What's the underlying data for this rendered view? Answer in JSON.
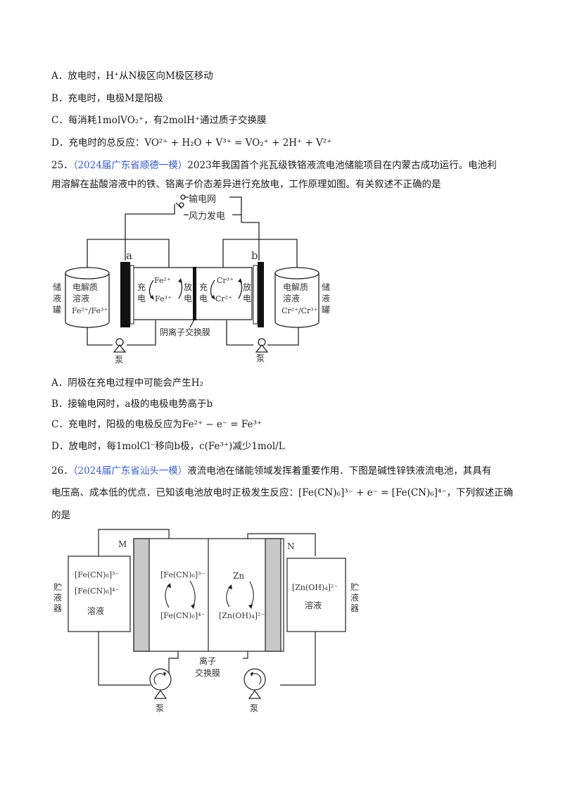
{
  "q24_options": {
    "A": {
      "label": "A．",
      "text": "放电时，H⁺从N极区向M极区移动"
    },
    "B": {
      "label": "B．",
      "text": "充电时，电极M是阳极"
    },
    "C": {
      "label": "C．",
      "text": "每消耗1molVO₂⁺，有2molH⁺通过质子交换膜"
    },
    "D": {
      "label": "D．",
      "text": "充电时的总反应：VO²⁺ + H₂O + V³⁺ = VO₂⁺ + 2H⁺ + V²⁺"
    }
  },
  "q25": {
    "number": "25．",
    "source": "（2024届广东省顺德一模）",
    "stem_line1": "2023年我国首个兆瓦级铁铬液流电池储能项目在内蒙古成功运行。电池利",
    "stem_line2": "用溶解在盐酸溶液中的铁、铬离子价态差异进行充放电，工作原理如图。有关叙述不正确的是",
    "diagram": {
      "grid_label": "输电网",
      "wind_label": "风力发电",
      "electrode_a": "a",
      "electrode_b": "b",
      "left_tank_side": "储液罐",
      "left_tank_l1": "电解质",
      "left_tank_l2": "溶液",
      "left_tank_l3": "Fe²⁺/Fe³⁺",
      "right_tank_side": "储液罐",
      "right_tank_l1": "电解质",
      "right_tank_l2": "溶液",
      "right_tank_l3": "Cr²⁺/Cr³⁺",
      "left_top_ion": "Fe²⁺",
      "left_bot_ion": "Fe³⁺",
      "right_top_ion": "Cr³⁺",
      "right_bot_ion": "Cr²⁺",
      "charge": "充电",
      "discharge": "放电",
      "membrane": "阴离子交换膜",
      "pump": "泵"
    },
    "options": {
      "A": {
        "label": "A．",
        "text": "阴极在充电过程中可能会产生H₂"
      },
      "B": {
        "label": "B．",
        "text": "接输电网时，a极的电极电势高于b"
      },
      "C": {
        "label": "C．",
        "text": "充电时，阳极的电极反应为Fe²⁺ − e⁻ = Fe³⁺"
      },
      "D": {
        "label": "D．",
        "text": "放电时，每1molCl⁻移向b极，c(Fe³⁺)减少1mol/L"
      }
    }
  },
  "q26": {
    "number": "26．",
    "source": "（2024届广东省汕头一模）",
    "stem_line1": "液流电池在储能领域发挥着重要作用．下图是碱性锌铁液流电池，其具有",
    "stem_line2": "电压高、成本低的优点．已知该电池放电时正极发生反应：[Fe(CN)₆]³⁻ + e⁻ = [Fe(CN)₆]⁴⁻，下列叙述正确",
    "stem_line3": "的是",
    "diagram": {
      "electrode_m": "M",
      "electrode_n": "N",
      "left_side": "贮液器",
      "right_side": "贮液器",
      "left_tank_l1": "[Fe(CN)₆]³⁻",
      "left_tank_l2": "[Fe(CN)₆]⁴⁻",
      "left_tank_l3": "溶液",
      "right_tank_l1": "[Zn(OH)₄]²⁻",
      "right_tank_l2": "溶液",
      "left_top_ion": "[Fe(CN)₆]³⁻",
      "left_bot_ion": "[Fe(CN)₆]⁴⁻",
      "right_top_ion": "Zn",
      "right_bot_ion": "[Zn(OH)₄]²⁻",
      "membrane_l1": "离子",
      "membrane_l2": "交换膜",
      "pump": "泵"
    }
  },
  "colors": {
    "text": "#1a1a1a",
    "source": "#3b5cc4",
    "electrode_fill": "#c8c8c8"
  }
}
